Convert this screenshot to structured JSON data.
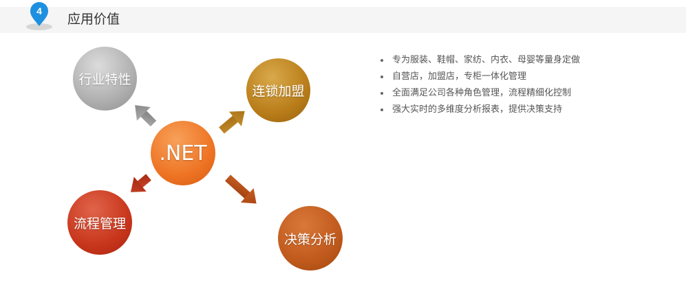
{
  "section": {
    "number": "4",
    "title": "应用价值"
  },
  "diagram": {
    "center": ".NET",
    "nodes": {
      "industry": "行业特性",
      "chain": "连锁加盟",
      "flow": "流程管理",
      "decision": "决策分析"
    }
  },
  "bullets": [
    "专为服装、鞋帽、家纺、内衣、母婴等量身定做",
    "自营店，加盟店，专柜一体化管理",
    "全面满足公司各种角色管理，流程精细化控制",
    "强大实时的多维度分析报表，提供决策支持"
  ],
  "colors": {
    "pin": "#1e90e0",
    "gray": "#b3b3b3",
    "gold": "#b97d1a",
    "orange": "#ee7424",
    "red": "#c8361c",
    "rust": "#c05a1c"
  }
}
